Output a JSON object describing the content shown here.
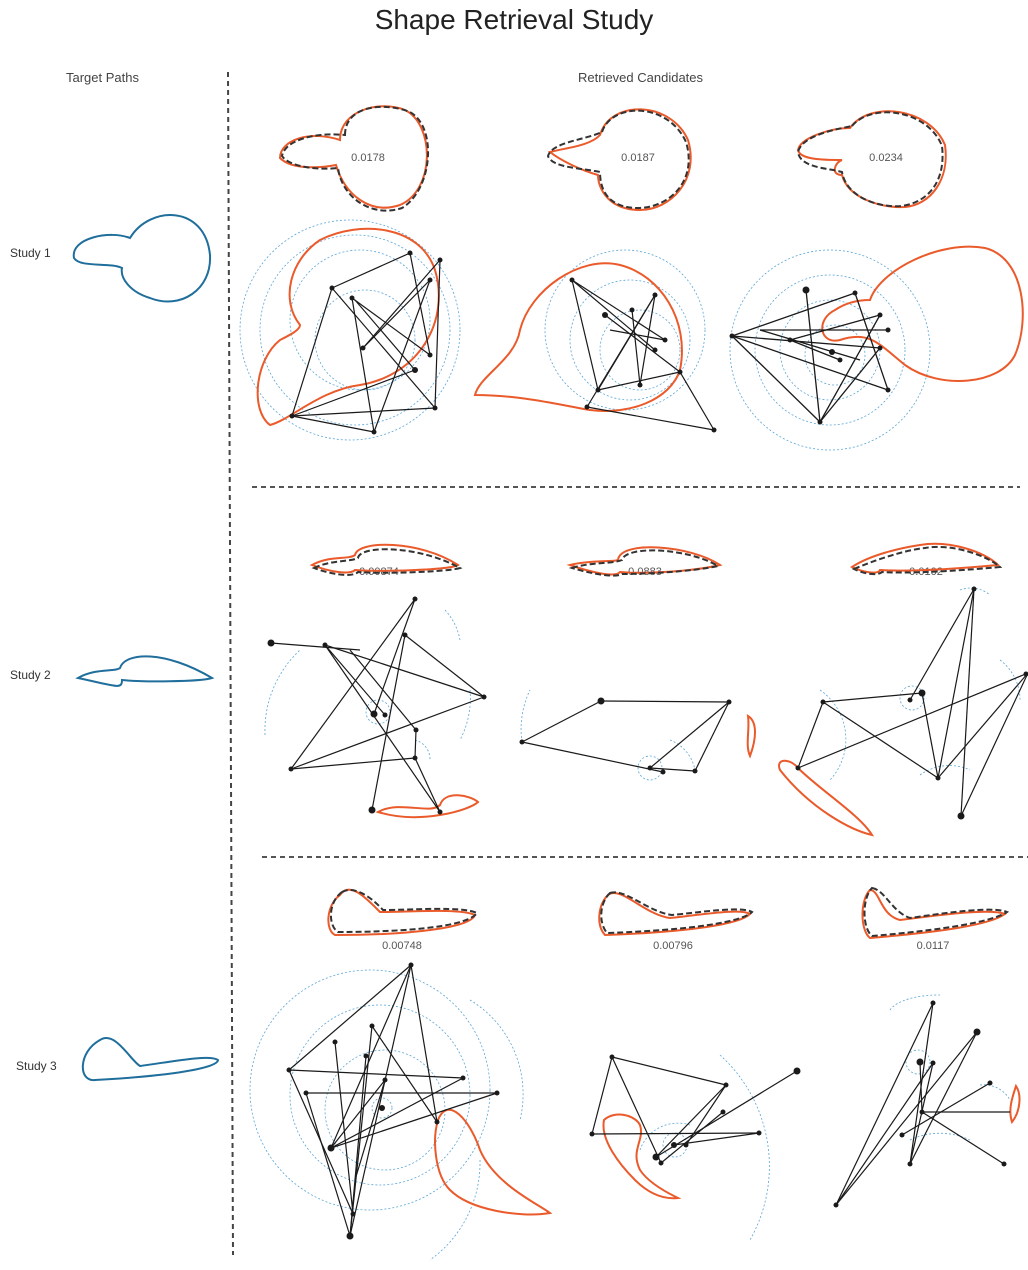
{
  "title": "Shape Retrieval Study",
  "headers": {
    "target": "Target Paths",
    "retrieved": "Retrieved Candidates"
  },
  "colors": {
    "target": "#1f6e9c",
    "candidate": "#ea5a2a",
    "linkage": "#1a1a1a",
    "trace": "#5aa6d6"
  },
  "studies": [
    {
      "label": "Study 1",
      "scores": [
        "0.0178",
        "0.0187",
        "0.0234"
      ]
    },
    {
      "label": "Study 2",
      "scores": [
        "0.00874",
        "0.0883",
        "0.0102"
      ]
    },
    {
      "label": "Study 3",
      "scores": [
        "0.00748",
        "0.00796",
        "0.0117"
      ]
    }
  ]
}
